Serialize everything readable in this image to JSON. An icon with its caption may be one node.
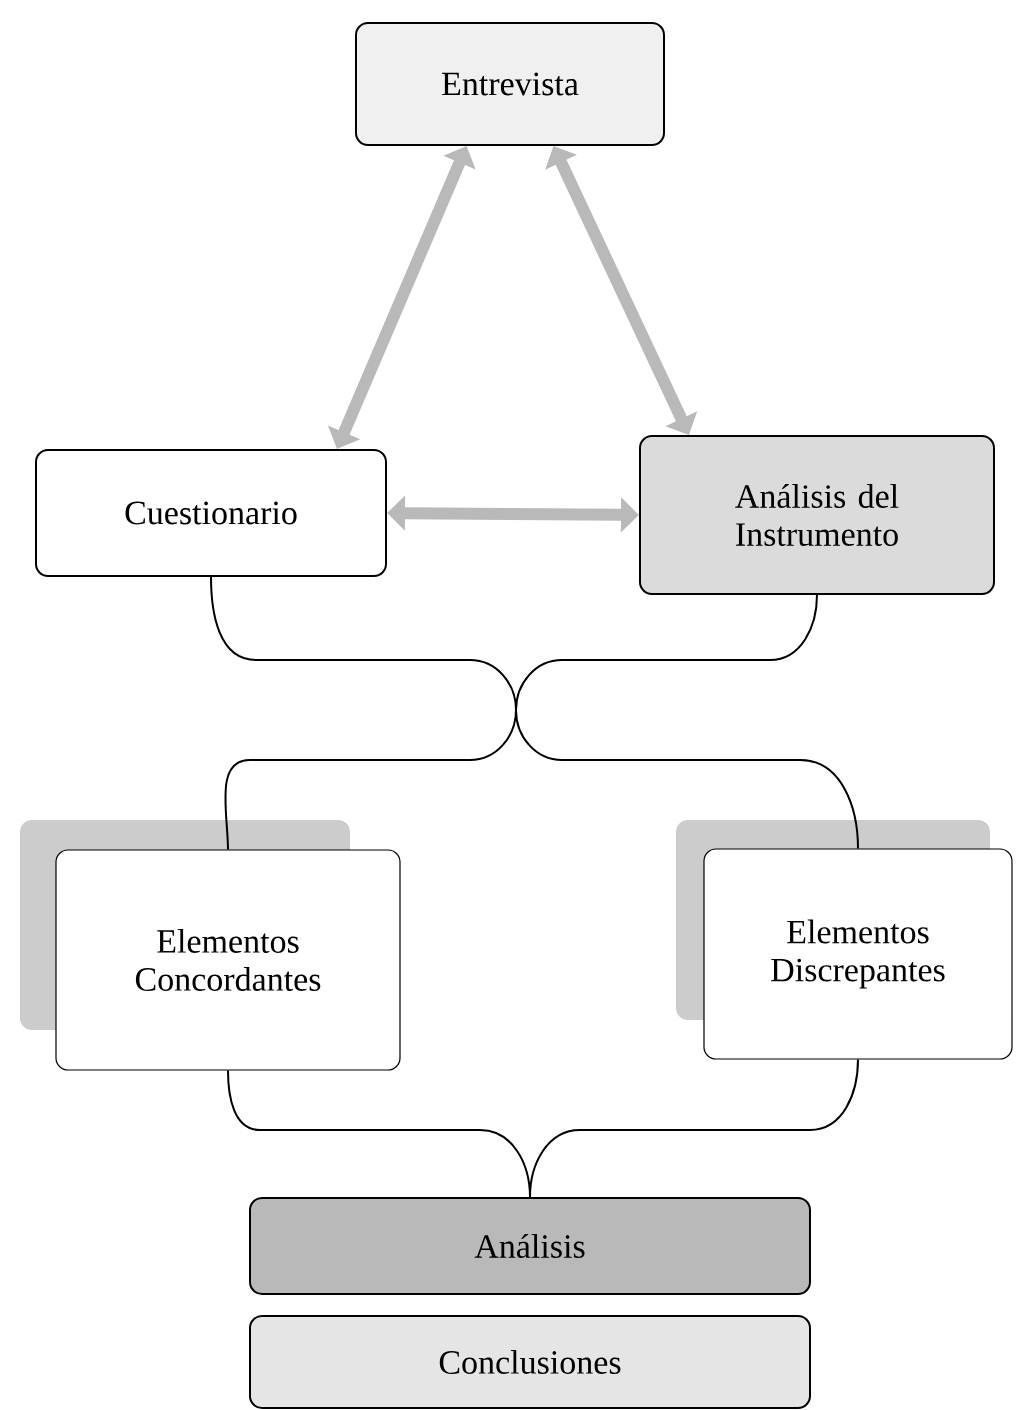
{
  "diagram": {
    "nodes": [
      {
        "text": [
          "Entrevista"
        ]
      },
      {
        "text": [
          "Cuestionario"
        ]
      },
      {
        "text": [
          "Análisis del Instrumento"
        ]
      },
      {
        "text": [
          "Elementos Concordantes"
        ]
      },
      {
        "text": [
          "Elementos Discrepantes"
        ]
      },
      {
        "text": [
          "Análisis"
        ]
      },
      {
        "text": [
          "Conclusiones"
        ]
      }
    ],
    "edges": [
      {
        "from": 0,
        "to": 1,
        "arrow": "both",
        "style": "thick",
        "color": "#b9b9b9"
      },
      {
        "from": 0,
        "to": 2,
        "arrow": "both",
        "style": "thick",
        "color": "#b9b9b9"
      },
      {
        "from": 1,
        "to": 2,
        "arrow": "both",
        "style": "thick",
        "color": "#b9b9b9"
      },
      {
        "from": 1,
        "to": 4,
        "arrow": "none"
      },
      {
        "from": 2,
        "to": 3,
        "arrow": "none"
      },
      {
        "from": 3,
        "to": 5,
        "arrow": "none"
      },
      {
        "from": 4,
        "to": 5,
        "arrow": "none"
      }
    ]
  }
}
